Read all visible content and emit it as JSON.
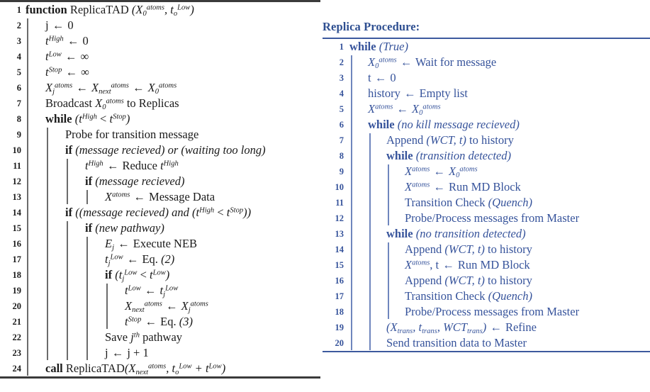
{
  "page": {
    "background": "#ffffff",
    "master_color": "#1a1a1a",
    "replica_color": "#36539b",
    "rule_color": "#3b3b3b"
  },
  "master": {
    "caption": "",
    "lines": [
      {
        "n": "1",
        "indent": 0,
        "text": "function ReplicaTAD (X₀^atoms, t_o^Low)"
      },
      {
        "n": "2",
        "indent": 1,
        "text": "j ← 0"
      },
      {
        "n": "3",
        "indent": 1,
        "text": "t^High ← 0"
      },
      {
        "n": "4",
        "indent": 1,
        "text": "t^Low ← ∞"
      },
      {
        "n": "5",
        "indent": 1,
        "text": "t^Stop ← ∞"
      },
      {
        "n": "6",
        "indent": 1,
        "text": "X_j^atoms ← X_next^atoms ← X₀^atoms"
      },
      {
        "n": "7",
        "indent": 1,
        "text": "Broadcast X₀^atoms to Replicas"
      },
      {
        "n": "8",
        "indent": 1,
        "text": "while (t^High < t^Stop)"
      },
      {
        "n": "9",
        "indent": 2,
        "text": "Probe for transition message"
      },
      {
        "n": "10",
        "indent": 2,
        "text": "if (message recieved) or (waiting too long)"
      },
      {
        "n": "11",
        "indent": 3,
        "text": "t^High ← Reduce t^High"
      },
      {
        "n": "12",
        "indent": 3,
        "text": "if (message recieved)"
      },
      {
        "n": "13",
        "indent": 4,
        "text": "X^atoms ← Message Data"
      },
      {
        "n": "14",
        "indent": 2,
        "text": "if ((message recieved) and (t^High < t^Stop))"
      },
      {
        "n": "15",
        "indent": 3,
        "text": "if (new pathway)"
      },
      {
        "n": "16",
        "indent": 4,
        "text": "E_j ← Execute NEB"
      },
      {
        "n": "17",
        "indent": 4,
        "text": "t_j^Low ← Eq. (2)"
      },
      {
        "n": "18",
        "indent": 4,
        "text": "if (t_j^Low < t^Low)"
      },
      {
        "n": "19",
        "indent": 5,
        "text": "t^Low ← t_j^Low"
      },
      {
        "n": "20",
        "indent": 5,
        "text": "X_next^atoms ← X_j^atoms"
      },
      {
        "n": "21",
        "indent": 5,
        "text": "t^Stop ← Eq. (3)"
      },
      {
        "n": "22",
        "indent": 4,
        "text": "Save j^th pathway"
      },
      {
        "n": "23",
        "indent": 4,
        "text": "j ← j + 1"
      },
      {
        "n": "24",
        "indent": 1,
        "text": "call ReplicaTAD(X_next^atoms, t_o^Low + t^Low)"
      }
    ]
  },
  "replica": {
    "caption": "Replica Procedure:",
    "lines": [
      {
        "n": "1",
        "indent": 0,
        "text": "while (True)"
      },
      {
        "n": "2",
        "indent": 1,
        "text": "X₀^atoms ← Wait for message"
      },
      {
        "n": "3",
        "indent": 1,
        "text": "t ← 0"
      },
      {
        "n": "4",
        "indent": 1,
        "text": "history ← Empty list"
      },
      {
        "n": "5",
        "indent": 1,
        "text": "X^atoms ← X₀^atoms"
      },
      {
        "n": "6",
        "indent": 1,
        "text": "while (no kill message recieved)"
      },
      {
        "n": "7",
        "indent": 2,
        "text": "Append (WCT, t) to history"
      },
      {
        "n": "8",
        "indent": 2,
        "text": "while (transition detected)"
      },
      {
        "n": "9",
        "indent": 3,
        "text": "X^atoms ← X₀^atoms"
      },
      {
        "n": "10",
        "indent": 3,
        "text": "X^atoms ← Run MD Block"
      },
      {
        "n": "11",
        "indent": 3,
        "text": "Transition Check (Quench)"
      },
      {
        "n": "12",
        "indent": 3,
        "text": "Probe/Process messages from Master"
      },
      {
        "n": "13",
        "indent": 2,
        "text": "while (no transition detected)"
      },
      {
        "n": "14",
        "indent": 3,
        "text": "Append (WCT, t) to history"
      },
      {
        "n": "15",
        "indent": 3,
        "text": "X^atoms, t ← Run MD Block"
      },
      {
        "n": "16",
        "indent": 3,
        "text": "Append (WCT, t) to history"
      },
      {
        "n": "17",
        "indent": 3,
        "text": "Transition Check (Quench)"
      },
      {
        "n": "18",
        "indent": 3,
        "text": "Probe/Process messages from Master"
      },
      {
        "n": "19",
        "indent": 2,
        "text": "(X_trans, t_trans, WCT_trans) ← Refine"
      },
      {
        "n": "20",
        "indent": 2,
        "text": "Send transition data to Master"
      }
    ]
  }
}
